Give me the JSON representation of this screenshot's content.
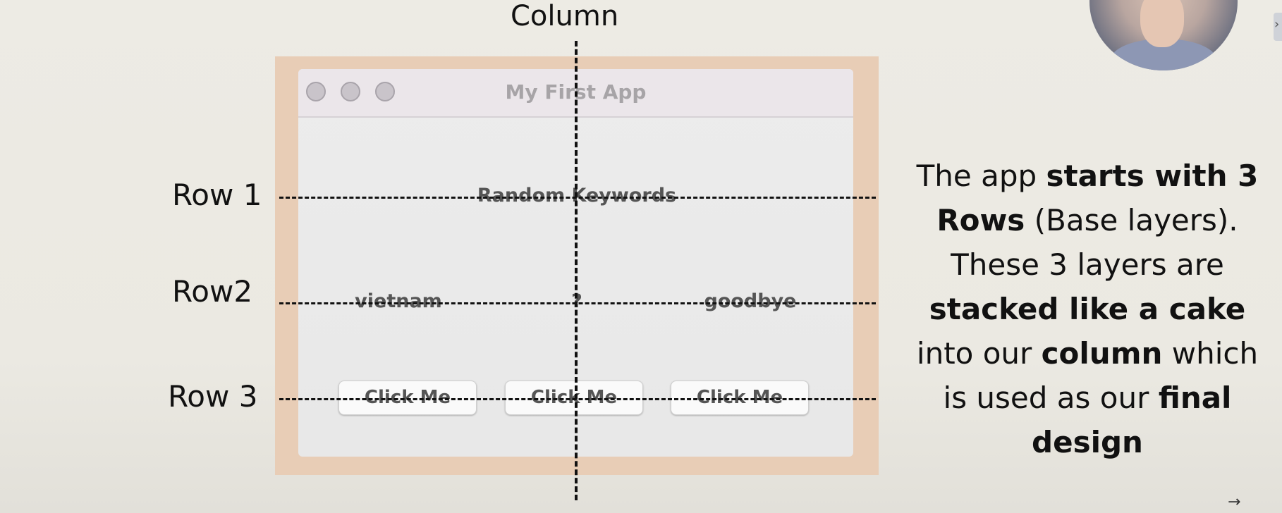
{
  "slide": {
    "column_label": "Column",
    "row_labels": [
      "Row 1",
      "Row2",
      "Row 3"
    ],
    "description": {
      "p1": "The app ",
      "b1": "starts with 3 Rows",
      "p2": " (Base layers). These 3 layers are ",
      "b2": "stacked like a cake",
      "p3": " into our ",
      "b3": "column",
      "p4": " which is used as our ",
      "b4": "final design"
    },
    "nav_arrow": "→",
    "edge_arrow": "›"
  },
  "app_window": {
    "title": "My First App",
    "row1_text": "Random Keywords",
    "row2_texts": [
      "vietnam",
      "?",
      "goodbye"
    ],
    "buttons": [
      "Click Me",
      "Click Me",
      "Click Me"
    ]
  },
  "colors": {
    "frame": "#e8cdb6",
    "background": "#edebe4",
    "dashed_lines": "#111111"
  },
  "icons": [
    "traffic-light-close-icon",
    "traffic-light-minimize-icon",
    "traffic-light-maximize-icon",
    "arrow-right-icon"
  ]
}
